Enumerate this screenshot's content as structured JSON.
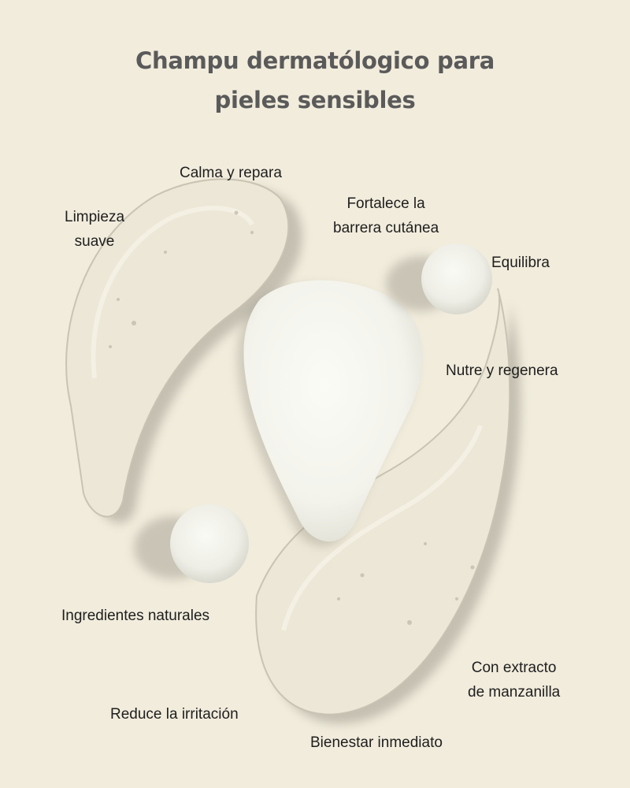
{
  "title": {
    "line1": "Champu dermatólogico para",
    "line2": "pieles sensibles"
  },
  "labels": {
    "calma": "Calma y repara",
    "limpieza_1": "Limpieza",
    "limpieza_2": "suave",
    "fortalece_1": "Fortalece la",
    "fortalece_2": "barrera cutánea",
    "equilibra": "Equilibra",
    "nutre": "Nutre y regenera",
    "ingredientes": "Ingredientes naturales",
    "extracto_1": "Con extracto",
    "extracto_2": "de manzanilla",
    "reduce": "Reduce la irritación",
    "bienestar": "Bienestar inmediato"
  },
  "colors": {
    "background": "#f1ecdc",
    "title": "#5a5a5a",
    "label": "#1e1e1e"
  }
}
